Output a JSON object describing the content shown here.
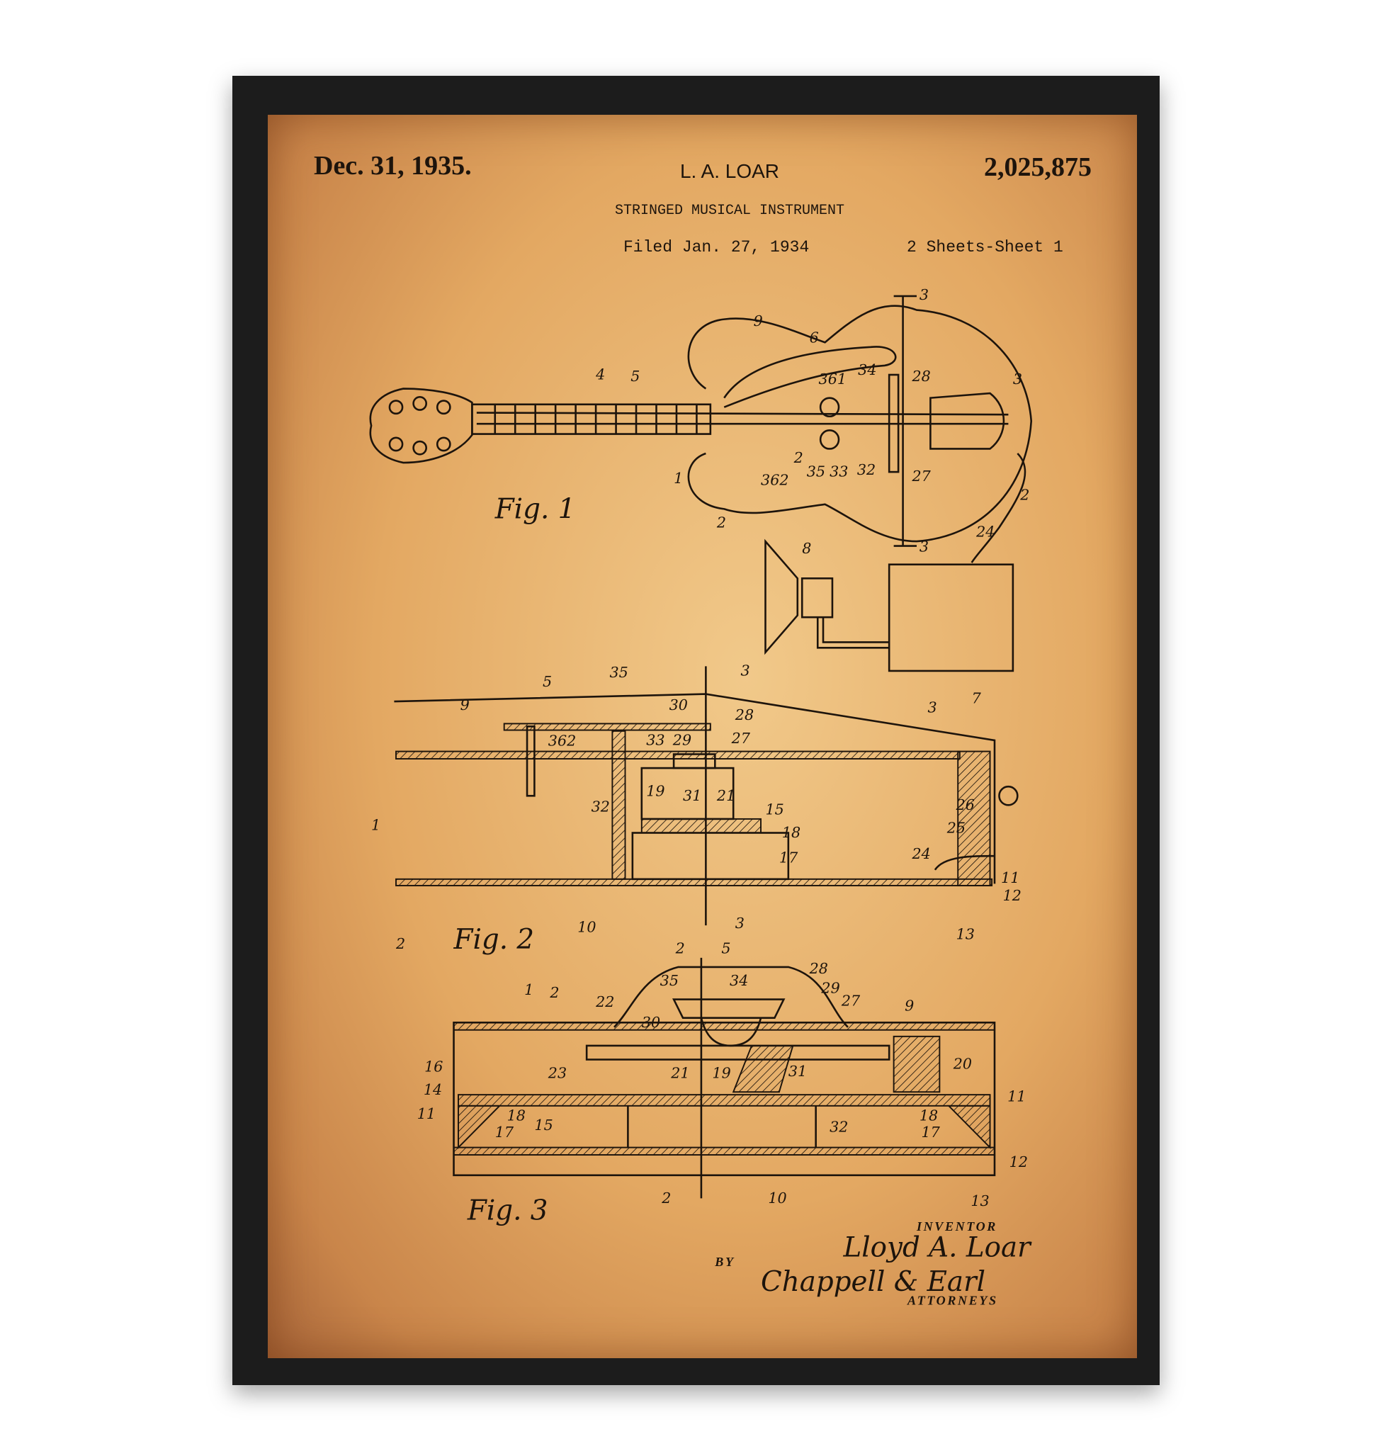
{
  "header": {
    "date": "Dec. 31, 1935.",
    "inventor_name": "L. A. LOAR",
    "patent_number": "2,025,875",
    "title": "STRINGED MUSICAL INSTRUMENT",
    "filed": "Filed Jan. 27, 1934",
    "sheets": "2 Sheets-Sheet 1"
  },
  "figures": {
    "fig1": {
      "label": "Fig. 1",
      "numerals": [
        "9",
        "6",
        "4",
        "5",
        "361",
        "34",
        "28",
        "3",
        "3",
        "2",
        "35",
        "33",
        "32",
        "27",
        "362",
        "1",
        "2",
        "2",
        "24",
        "3",
        "8",
        "7"
      ]
    },
    "fig2": {
      "label": "Fig. 2",
      "numerals": [
        "5",
        "35",
        "3",
        "30",
        "28",
        "3",
        "9",
        "362",
        "33",
        "29",
        "27",
        "19",
        "31",
        "21",
        "32",
        "15",
        "18",
        "17",
        "1",
        "26",
        "25",
        "24",
        "11",
        "12",
        "2",
        "10",
        "3",
        "13"
      ]
    },
    "fig3": {
      "label": "Fig. 3",
      "numerals": [
        "2",
        "5",
        "28",
        "35",
        "34",
        "29",
        "27",
        "9",
        "1",
        "2",
        "22",
        "30",
        "23",
        "21",
        "19",
        "31",
        "20",
        "16",
        "14",
        "11",
        "11",
        "18",
        "17",
        "15",
        "32",
        "18",
        "17",
        "12",
        "2",
        "10",
        "13"
      ]
    }
  },
  "signature": {
    "inventor_caption": "INVENTOR",
    "inventor_signature": "Lloyd A. Loar",
    "by": "BY",
    "attorney_signature": "Chappell & Earl",
    "attorneys_caption": "ATTORNEYS"
  },
  "colors": {
    "frame": "#1c1c1c",
    "paper": "#e3a862",
    "ink": "#1d140c"
  }
}
